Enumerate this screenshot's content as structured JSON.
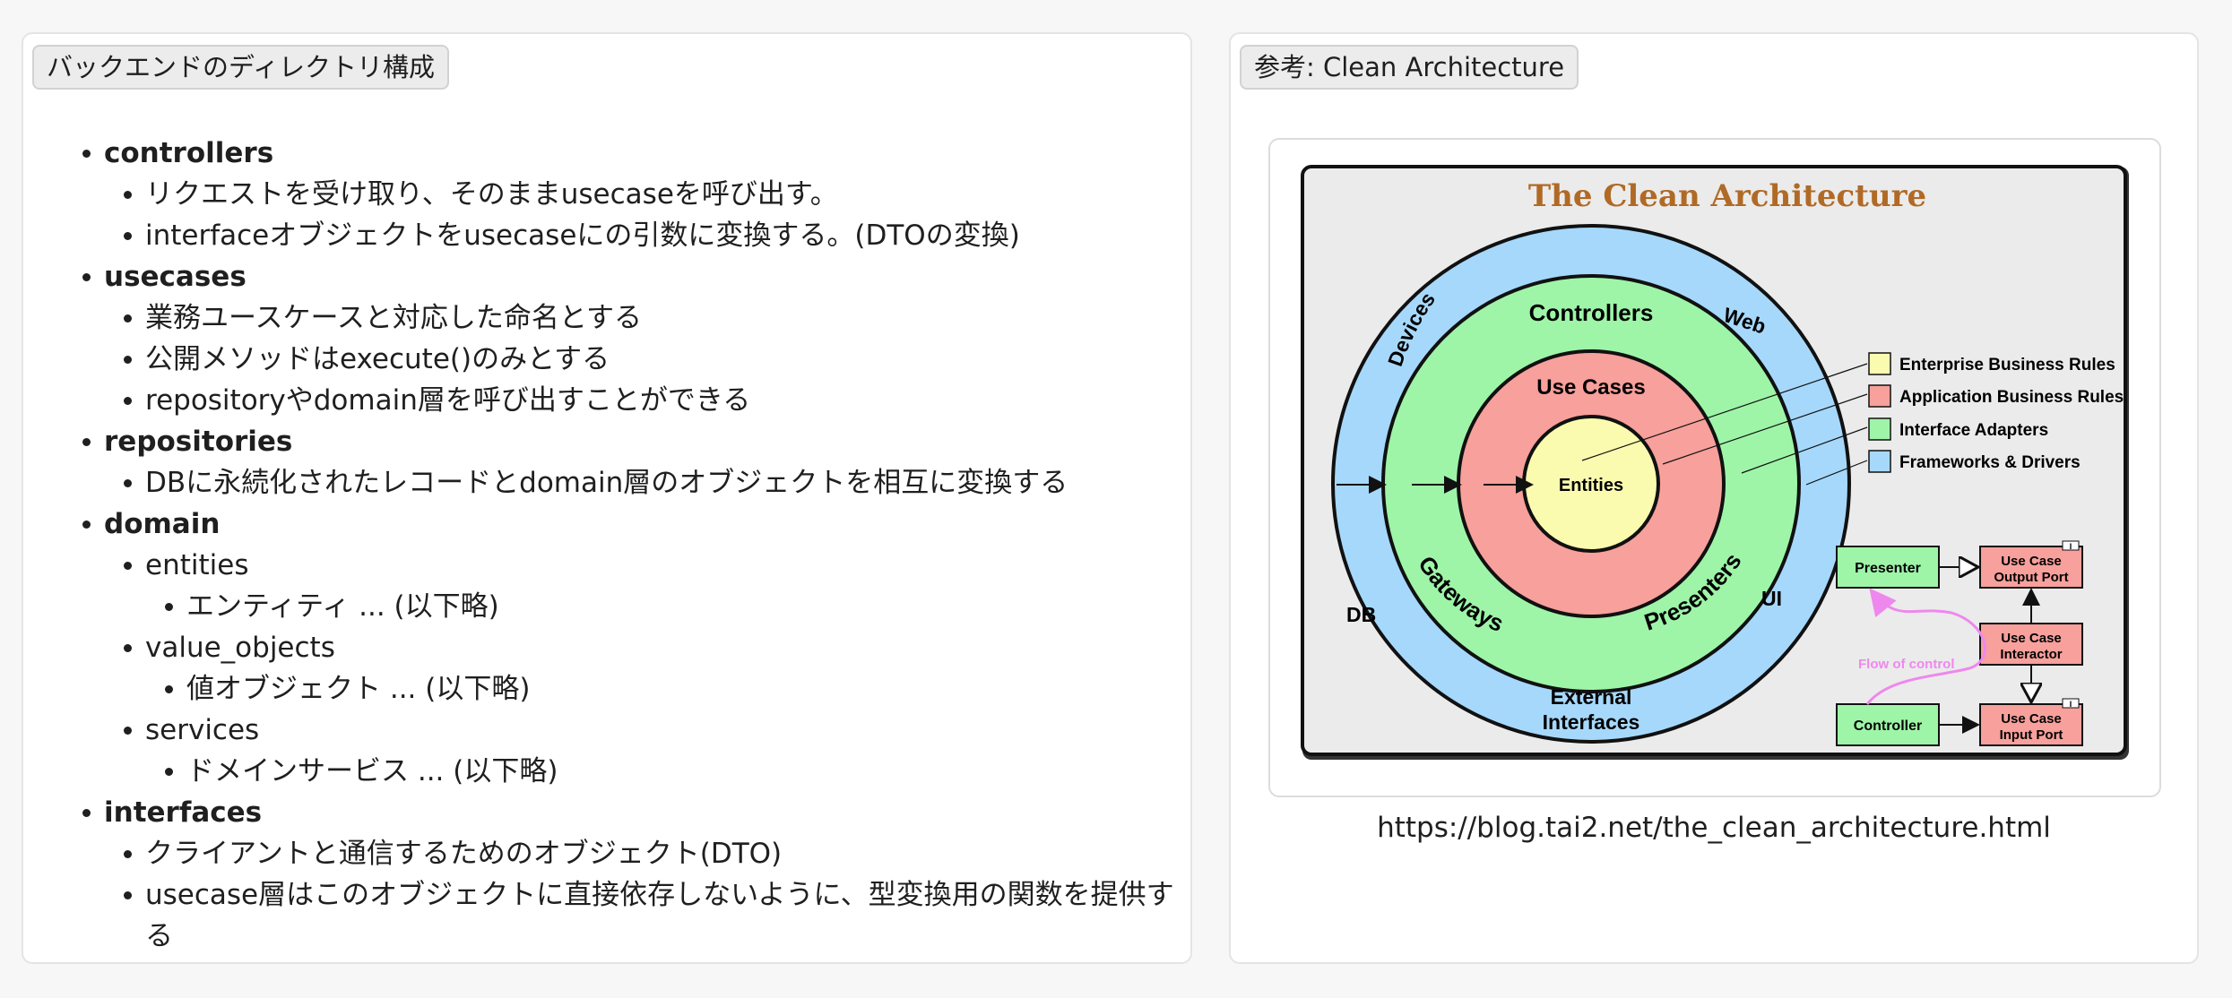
{
  "left_panel": {
    "title": "バックエンドのディレクトリ構成",
    "sections": [
      {
        "name": "controllers",
        "items": [
          {
            "text": "リクエストを受け取り、そのままusecaseを呼び出す。"
          },
          {
            "text": "interfaceオブジェクトをusecaseにの引数に変換する。(DTOの変換)"
          }
        ]
      },
      {
        "name": "usecases",
        "items": [
          {
            "text": "業務ユースケースと対応した命名とする"
          },
          {
            "text": "公開メソッドはexecute()のみとする"
          },
          {
            "text": "repositoryやdomain層を呼び出すことができる"
          }
        ]
      },
      {
        "name": "repositories",
        "items": [
          {
            "text": "DBに永続化されたレコードとdomain層のオブジェクトを相互に変換する"
          }
        ]
      },
      {
        "name": "domain",
        "items": [
          {
            "text": "entities",
            "sub": [
              "エンティティ ... (以下略)"
            ]
          },
          {
            "text": "value_objects",
            "sub": [
              "値オブジェクト ... (以下略)"
            ]
          },
          {
            "text": "services",
            "sub": [
              "ドメインサービス ... (以下略)"
            ]
          }
        ]
      },
      {
        "name": "interfaces",
        "items": [
          {
            "text": "クライアントと通信するためのオブジェクト(DTO)"
          },
          {
            "text": "usecase層はこのオブジェクトに直接依存しないように、型変換用の関数を提供する"
          }
        ]
      }
    ]
  },
  "right_panel": {
    "title": "参考: Clean Architecture",
    "caption": "https://blog.tai2.net/the_clean_architecture.html",
    "diagram": {
      "title": "The Clean Architecture",
      "rings": {
        "outer": [
          "Devices",
          "Web",
          "DB",
          "UI",
          "External",
          "Interfaces"
        ],
        "green": [
          "Controllers",
          "Gateways",
          "Presenters"
        ],
        "red": [
          "Use Cases"
        ],
        "core": [
          "Entities"
        ]
      },
      "legend": [
        {
          "label": "Enterprise Business Rules",
          "color": "#fbfbb0"
        },
        {
          "label": "Application Business Rules",
          "color": "#f7a09c"
        },
        {
          "label": "Interface Adapters",
          "color": "#9ef5a8"
        },
        {
          "label": "Frameworks & Drivers",
          "color": "#a6d8fb"
        }
      ],
      "flow": {
        "presenter": "Presenter",
        "output_port": [
          "Use Case",
          "Output Port"
        ],
        "interactor": [
          "Use Case",
          "Interactor"
        ],
        "controller": "Controller",
        "input_port": [
          "Use Case",
          "Input Port"
        ],
        "flow_label": "Flow of control",
        "port_marker": "I"
      },
      "colors": {
        "title": "#b06a25",
        "outer": "#a6d8fb",
        "green": "#9ef5a8",
        "red": "#f7a09c",
        "core": "#fbfbb0",
        "flow_arrow": "#ee88ee",
        "background": "#ebebeb"
      }
    }
  }
}
